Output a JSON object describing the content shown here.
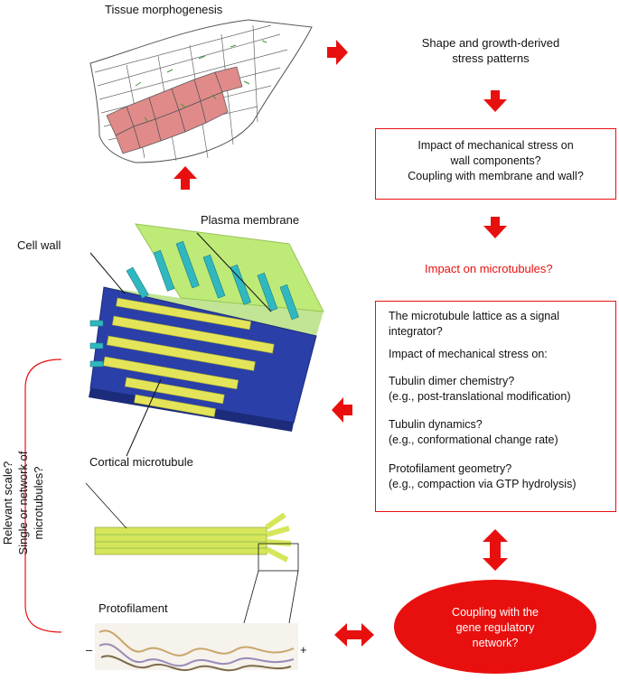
{
  "labels": {
    "tissue_morphogenesis": "Tissue morphogenesis",
    "stress_patterns_1": "Shape and growth-derived",
    "stress_patterns_2": "stress patterns",
    "plasma_membrane": "Plasma membrane",
    "cell_wall": "Cell wall",
    "impact_microtubules": "Impact on microtubules?",
    "cortical_microtubule": "Cortical microtubule",
    "protofilament": "Protofilament",
    "minus_end": "–",
    "plus_end": "+"
  },
  "box_wall": {
    "line1": "Impact of mechanical stress on",
    "line2": "wall components?",
    "line3": "Coupling with membrane and wall?"
  },
  "box_lattice": {
    "l1": "The microtubule lattice as a signal",
    "l2": "integrator?",
    "l3": "Impact of mechanical stress on:",
    "l4": "Tubulin dimer chemistry?",
    "l5": "(e.g., post-translational modification)",
    "l6": "Tubulin dynamics?",
    "l7": "(e.g., conformational change rate)",
    "l8": "Protofilament geometry?",
    "l9": "(e.g., compaction via GTP hydrolysis)"
  },
  "vertical_text": {
    "line1": "Relevant scale?",
    "line2": "Single or network of",
    "line3": "microtubules?"
  },
  "ellipse": {
    "line1": "Coupling with the",
    "line2": "gene regulatory",
    "line3": "network?"
  },
  "colors": {
    "accent_red": "#e8100f",
    "wall_green": "#b8e86a",
    "membrane_blue": "#2a3fa8",
    "microtubule_yellow": "#e4e45a",
    "protein_cyan": "#30b8c0",
    "cell_pink": "#e08a8a"
  }
}
